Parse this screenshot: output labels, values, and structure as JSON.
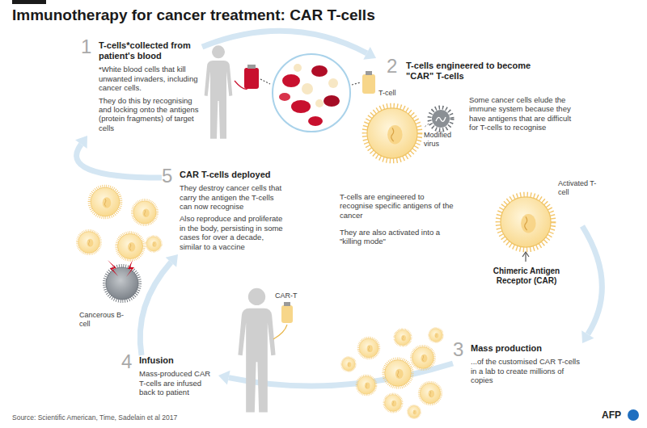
{
  "diagram": {
    "title": "Immunotherapy for cancer treatment: CAR T-cells",
    "nodes": [
      {
        "text": [
          "1",
          "T-cells*collected from patient's blood",
          "*White blood cells that kill unwanted invaders, including cancer cells.",
          "They do this by recognising and locking onto the antigens (protein fragments) of target cells"
        ]
      },
      {
        "text": [
          "2",
          "T-cells engineered to become \"CAR\" T-cells",
          "Some cancer cells elude the immune system because they have antigens that are difficult for T-cells to recognise",
          "T-cells are engineered to recognise specific antigens of the cancer",
          "They are also activated into a \"killing mode\""
        ]
      },
      {
        "text": [
          "3",
          "Mass production",
          "...of the customised CAR T-cells in a lab to create millions of copies"
        ]
      },
      {
        "text": [
          "4",
          "Infusion",
          "Mass-produced CAR T-cells are infused back to patient"
        ]
      },
      {
        "text": [
          "5",
          "CAR T-cells deployed",
          "They destroy cancer cells that carry the antigen the T-cells can now recognise",
          "Also reproduce and proliferate in the body, persisting in some cases for over a decade, similar to a vaccine"
        ]
      }
    ],
    "edges": [
      {
        "from": 0,
        "to": 1,
        "arrow": "to"
      },
      {
        "from": 1,
        "to": 2,
        "arrow": "to"
      },
      {
        "from": 2,
        "to": 3,
        "arrow": "to"
      },
      {
        "from": 3,
        "to": 4,
        "arrow": "to"
      },
      {
        "from": 4,
        "to": 0,
        "arrow": "to"
      }
    ],
    "labels": [
      "T-cell",
      "Modified virus",
      "Activated T-cell",
      "Chimeric Antigen Receptor (CAR)",
      "Cancerous B-cell",
      "CAR-T",
      "Source: Scientific American, Time, Sadelain et al 2017",
      "AFP"
    ]
  }
}
